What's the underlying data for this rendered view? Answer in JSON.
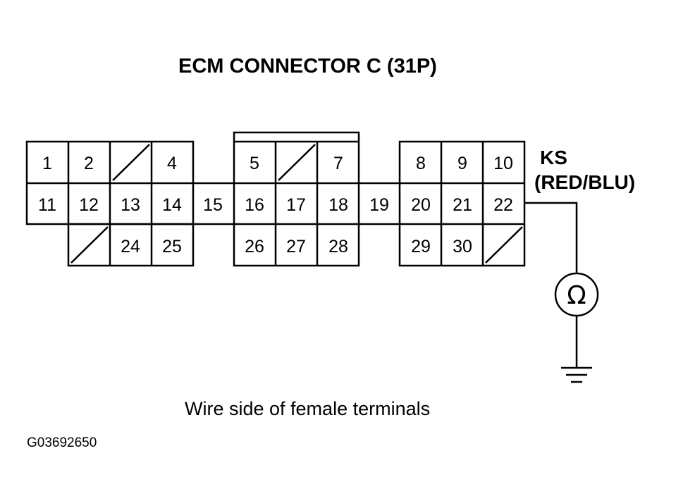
{
  "title": "ECM CONNECTOR C (31P)",
  "wire_label_line1": "KS",
  "wire_label_line2": "(RED/BLU)",
  "meter_symbol": "Ω",
  "caption": "Wire side of female terminals",
  "figure_code": "G03692650",
  "connector": {
    "row1": [
      "1",
      "2",
      "",
      "4",
      "",
      "5",
      "",
      "7",
      "",
      "8",
      "9",
      "10"
    ],
    "row2": [
      "11",
      "12",
      "13",
      "14",
      "15",
      "16",
      "17",
      "18",
      "19",
      "20",
      "21",
      "22"
    ],
    "row3": [
      "",
      "",
      "24",
      "25",
      "",
      "26",
      "27",
      "28",
      "",
      "29",
      "30",
      ""
    ],
    "empty_cavities": [
      "row1-3",
      "row1-7",
      "row3-2",
      "row3-12"
    ],
    "probed_terminal": "22"
  },
  "icons": {
    "meter": "ohmmeter-icon",
    "ground": "ground-icon"
  }
}
